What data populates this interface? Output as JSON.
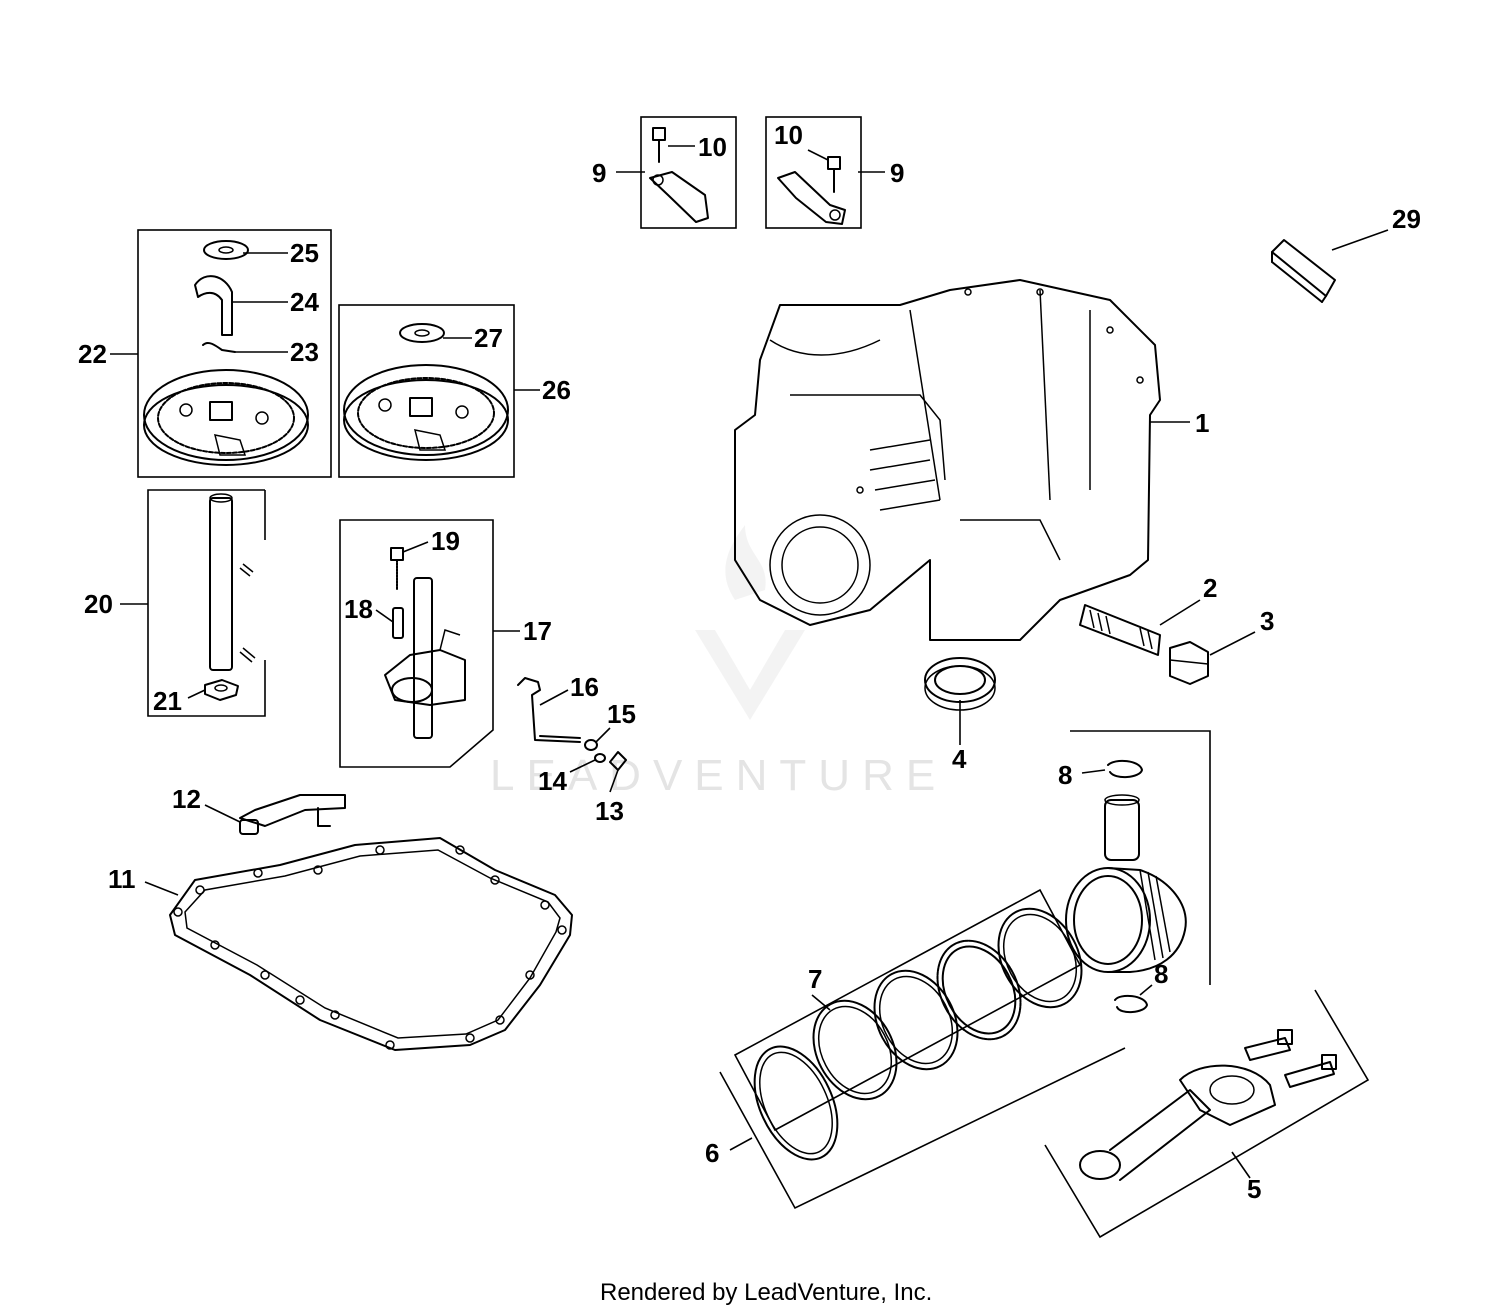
{
  "watermark": "LEADVENTURE",
  "footer": "Rendered by LeadVenture, Inc.",
  "callouts": {
    "c1": "1",
    "c2": "2",
    "c3": "3",
    "c4": "4",
    "c5": "5",
    "c6": "6",
    "c7": "7",
    "c8a": "8",
    "c8b": "8",
    "c9a": "9",
    "c9b": "9",
    "c10a": "10",
    "c10b": "10",
    "c11": "11",
    "c12": "12",
    "c13": "13",
    "c14": "14",
    "c15": "15",
    "c16": "16",
    "c17": "17",
    "c18": "18",
    "c19": "19",
    "c20": "20",
    "c21": "21",
    "c22": "22",
    "c23": "23",
    "c24": "24",
    "c25": "25",
    "c26": "26",
    "c27": "27",
    "c29": "29"
  }
}
